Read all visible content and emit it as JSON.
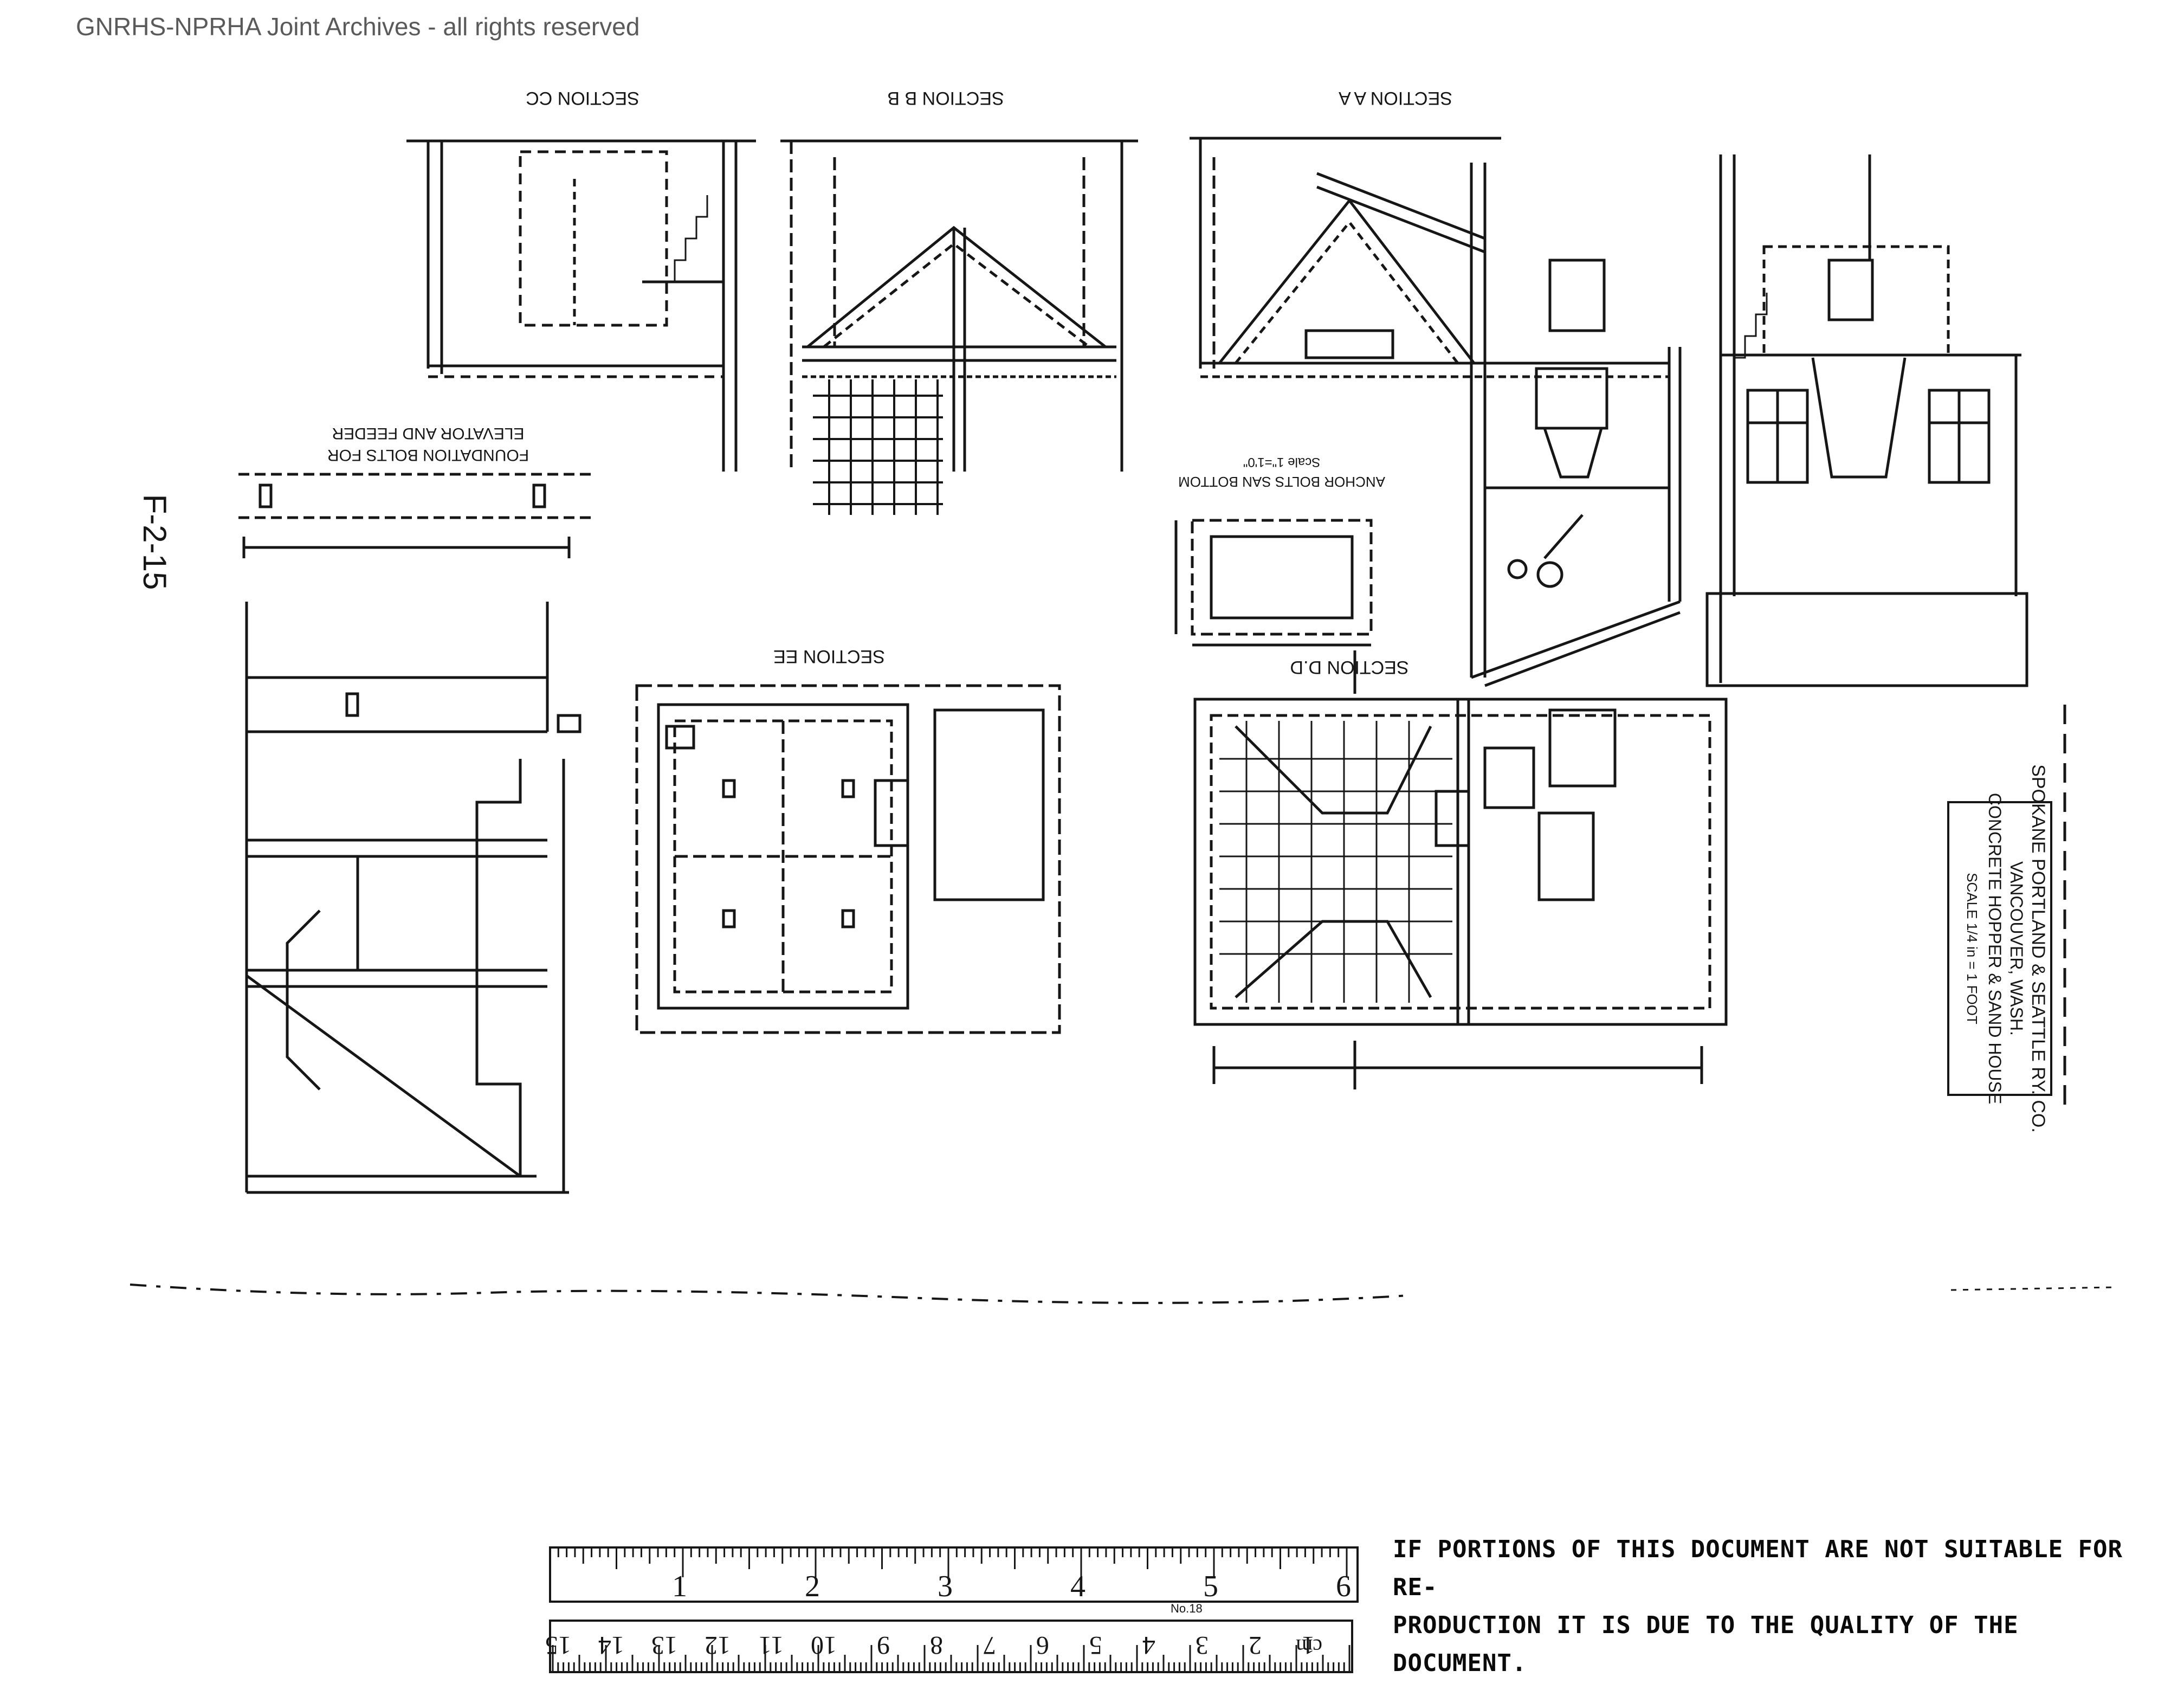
{
  "watermark": "GNRHS-NPRHA Joint Archives - all rights reserved",
  "sections": {
    "cc": "SECTION CC",
    "bb": "SECTION B B",
    "aa": "SECTION A A",
    "ee": "SECTION EE",
    "dd": "SECTION D.D"
  },
  "notes": {
    "foundation": [
      "FOUNDATION BOLTS FOR",
      "ELEVATOR AND FEEDER"
    ],
    "anchor": [
      "ANCHOR BOLTS SAN BOTTOM",
      "Scale 1\"=1'0\""
    ],
    "sheet_no": "F-2-15"
  },
  "title_block": {
    "line1": "SPOKANE PORTLAND & SEATTLE RY. CO.",
    "line2": "VANCOUVER, WASH.",
    "line3": "CONCRETE HOPPER & SAND HOUSE",
    "line4": "SCALE 1/4 in = 1 FOOT"
  },
  "ruler": {
    "inch_marks": [
      "1",
      "2",
      "3",
      "4",
      "5",
      "6"
    ],
    "cm_marks": [
      "1",
      "2",
      "3",
      "4",
      "5",
      "6",
      "7",
      "8",
      "9",
      "10",
      "11",
      "12",
      "13",
      "14",
      "15"
    ],
    "model": "No.18",
    "unit_label": "cm"
  },
  "stamp": {
    "line1": "IF PORTIONS OF THIS DOCUMENT ARE NOT SUITABLE FOR RE-",
    "line2": "PRODUCTION IT IS DUE TO THE QUALITY OF THE DOCUMENT."
  },
  "colors": {
    "ink": "#161616",
    "paper": "#ffffff",
    "watermark": "#5a5a5a"
  }
}
